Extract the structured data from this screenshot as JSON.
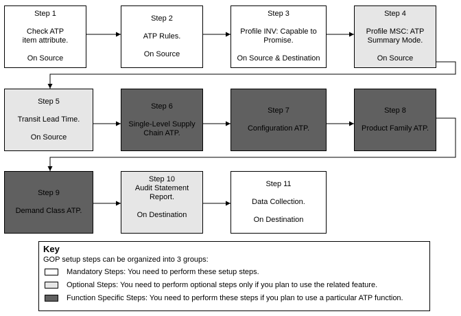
{
  "steps": [
    {
      "id": "step-1",
      "group": "mandatory",
      "lines": [
        "Step 1",
        "",
        "Check ATP",
        "item attribute.",
        "",
        "On Source"
      ]
    },
    {
      "id": "step-2",
      "group": "mandatory",
      "lines": [
        "Step 2",
        "",
        "ATP Rules.",
        "",
        "On Source"
      ]
    },
    {
      "id": "step-3",
      "group": "mandatory",
      "lines": [
        "Step 3",
        "",
        "Profile INV: Capable to",
        "Promise.",
        "",
        "On Source & Destination"
      ]
    },
    {
      "id": "step-4",
      "group": "optional",
      "lines": [
        "Step 4",
        "",
        "Profile MSC: ATP",
        "Summary Mode.",
        "",
        "On Source"
      ]
    },
    {
      "id": "step-5",
      "group": "optional",
      "lines": [
        "Step 5",
        "",
        "Transit Lead Time.",
        "",
        "On Source"
      ]
    },
    {
      "id": "step-6",
      "group": "function",
      "lines": [
        "Step 6",
        "",
        "Single-Level Supply",
        "Chain ATP."
      ]
    },
    {
      "id": "step-7",
      "group": "function",
      "lines": [
        "Step 7",
        "",
        "Configuration ATP."
      ]
    },
    {
      "id": "step-8",
      "group": "function",
      "lines": [
        "Step 8",
        "",
        "Product Family ATP."
      ]
    },
    {
      "id": "step-9",
      "group": "function",
      "lines": [
        "Step 9",
        "",
        "Demand Class ATP."
      ]
    },
    {
      "id": "step-10",
      "group": "optional",
      "lines": [
        "Step 10",
        "Audit Statement",
        "Report.",
        "",
        "On Destination"
      ]
    },
    {
      "id": "step-11",
      "group": "mandatory",
      "lines": [
        "Step 11",
        "",
        "Data Collection.",
        "",
        "On Destination"
      ]
    }
  ],
  "colors": {
    "mandatory": "#ffffff",
    "optional": "#e6e6e6",
    "function": "#606060",
    "line": "#000000"
  },
  "key": {
    "title": "Key",
    "intro": "GOP setup steps can be organized into 3 groups:",
    "items": [
      {
        "group": "mandatory",
        "text": "Mandatory Steps: You need to perform these setup steps."
      },
      {
        "group": "optional",
        "text": "Optional Steps: You need to perform optional steps only if you plan to use the related feature."
      },
      {
        "group": "function",
        "text": "Function Specific Steps: You need to perform these steps if you plan to use a particular ATP function."
      }
    ]
  }
}
